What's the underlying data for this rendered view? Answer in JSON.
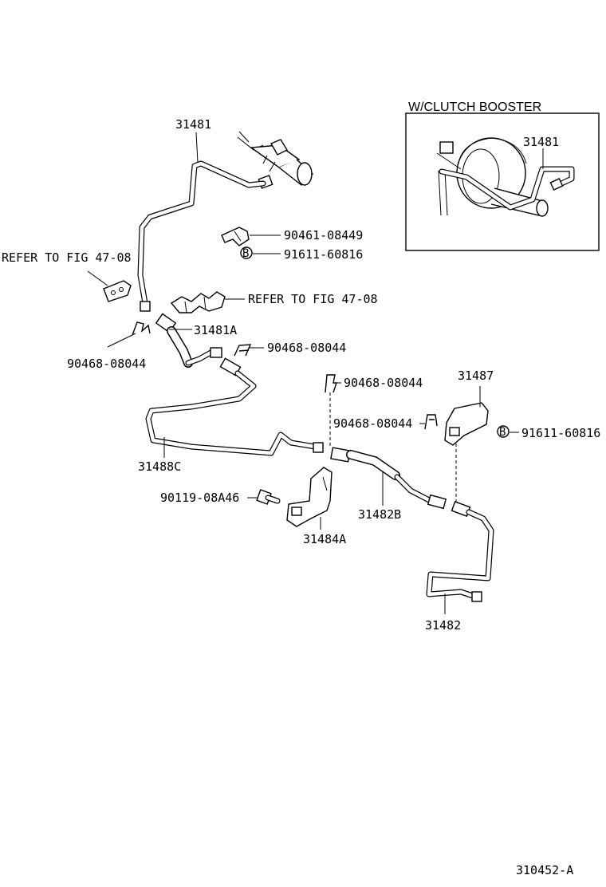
{
  "inset": {
    "title": "W/CLUTCH BOOSTER",
    "part": "31481"
  },
  "labels": {
    "p31481": "31481",
    "p90461": "90461-08449",
    "p91611a": "91611-60816",
    "refer_left": "REFER TO FIG 47-08",
    "refer_mid": "REFER TO FIG 47-08",
    "p31481a": "31481A",
    "p90468_left": "90468-08044",
    "p90468_mid": "90468-08044",
    "p90468_top": "90468-08044",
    "p90468_right": "90468-08044",
    "p31487": "31487",
    "p91611b": "91611-60816",
    "p31488c": "31488C",
    "p90119": "90119-08A46",
    "p31482b": "31482B",
    "p31484a": "31484A",
    "p31482": "31482",
    "b_mark": "B",
    "figure_id": "310452-A"
  }
}
